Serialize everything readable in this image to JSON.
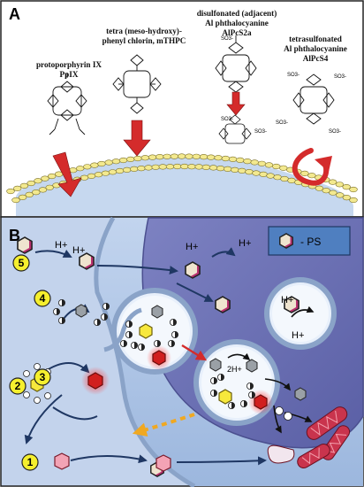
{
  "panel_a": {
    "letter": "A",
    "molecules": [
      {
        "line1": "protoporphyrin IX",
        "line2": "PpIX",
        "line3": ""
      },
      {
        "line1": "tetra (meso-hydroxy)-",
        "line2": "phenyl chlorin, mTHPC",
        "line3": ""
      },
      {
        "line1": "disulfonated (adjacent)",
        "line2": "Al phthalocyanine",
        "line3": "AlPcS2a"
      },
      {
        "line1": "tetrasulfonated",
        "line2": "Al phthalocyanine",
        "line3": "AlPcS4"
      }
    ],
    "sulfonate_label": "SO3-"
  },
  "panel_b": {
    "letter": "B",
    "legend_label": "- PS",
    "proton": "H+",
    "two_protons": "2H+",
    "steps": [
      "1",
      "2",
      "3",
      "4",
      "5"
    ]
  },
  "colors": {
    "membrane_head": "#f3e98f",
    "cell": "#a9c3e4",
    "nucleus": "#6c70b3",
    "arrow": "#1f3763",
    "red_arrow": "#d42b2b",
    "dotted_arrow": "#f0a821"
  }
}
